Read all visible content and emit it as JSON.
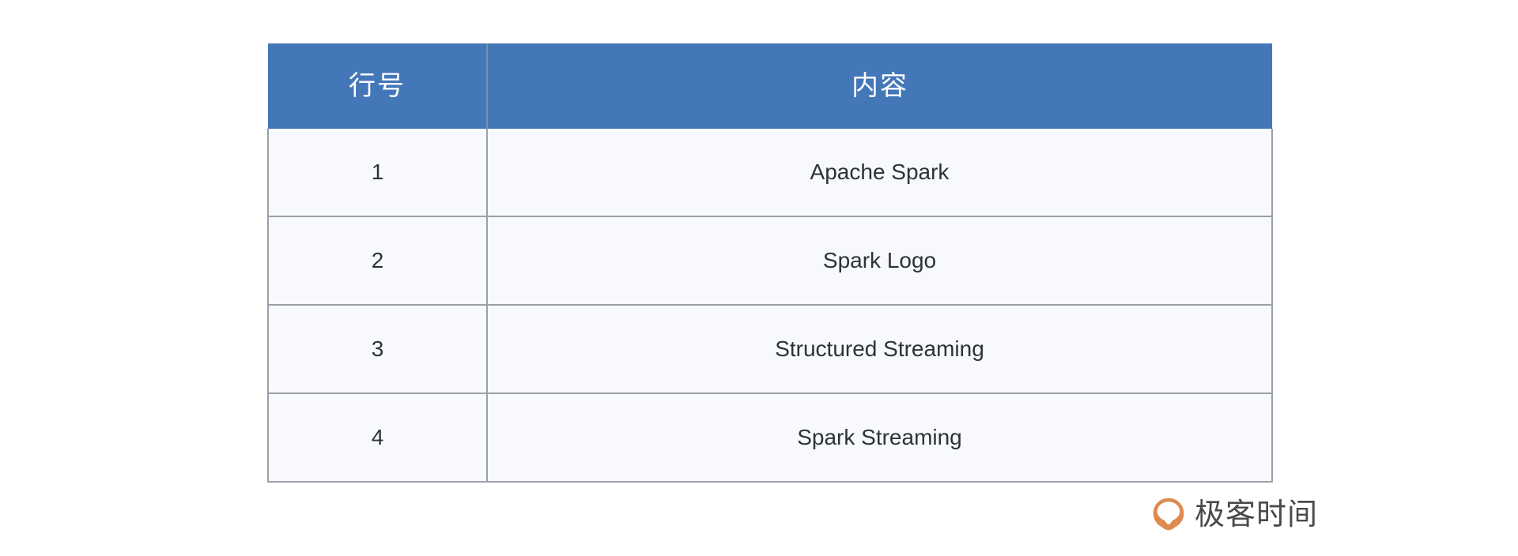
{
  "table": {
    "columns": [
      {
        "key": "no",
        "label": "行号"
      },
      {
        "key": "content",
        "label": "内容"
      }
    ],
    "rows": [
      {
        "no": "1",
        "content": "Apache Spark"
      },
      {
        "no": "2",
        "content": "Spark Logo"
      },
      {
        "no": "3",
        "content": "Structured Streaming"
      },
      {
        "no": "4",
        "content": "Spark Streaming"
      }
    ],
    "colors": {
      "header_background": "#4377B8",
      "header_text": "#FFFFFF",
      "row_background": "#F7F9FC",
      "row_text": "#2E3238",
      "border": "#9AA0A8"
    }
  },
  "watermark": {
    "icon": "geektime-logo-icon",
    "text": "极客时间",
    "logo_color": "#E08A4B",
    "text_color": "#4A4A4A"
  }
}
